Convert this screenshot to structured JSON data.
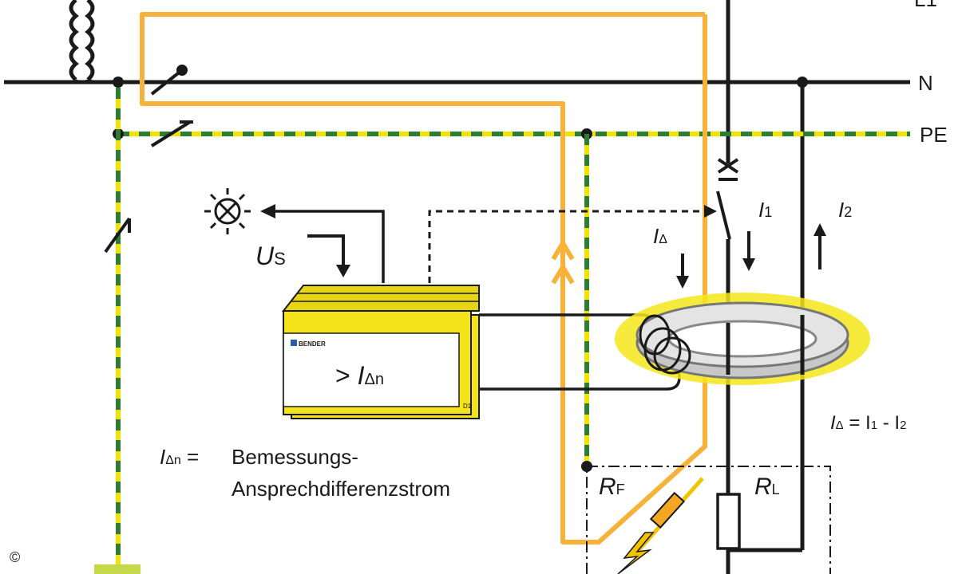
{
  "labels": {
    "l1": "L1",
    "n": "N",
    "pe": "PE",
    "us_main": "U",
    "us_sub": "S",
    "i1_main": "I",
    "i1_sub": "1",
    "i2_main": "I",
    "i2_sub": "2",
    "idelta_main": "I",
    "idelta_sub": "Δ",
    "device_prefix": "> ",
    "device_main": "I",
    "device_sub": "Δn",
    "device_brand": "BENDER",
    "device_code": "D1",
    "formula_lhs_main": "I",
    "formula_lhs_sub": "Δ",
    "formula_eq": " = I",
    "formula_sub1": "1",
    "formula_minus": " - I",
    "formula_sub2": "2",
    "legend_main": "I",
    "legend_sub": "Δn",
    "legend_eq": " =",
    "legend_line1": "Bemessungs-",
    "legend_line2": "Ansprechdifferenzstrom",
    "rf_main": "R",
    "rf_sub": "F",
    "rl_main": "R",
    "rl_sub": "L",
    "copyright": "©"
  },
  "colors": {
    "conductor": "#1a1a1a",
    "pe_green": "#2e7d32",
    "pe_yellow": "#f2e200",
    "fault_path": "#f7b23a",
    "device_body": "#f4e21a",
    "core_glow": "#f5e61a",
    "core_grey": "#c8c8c8"
  },
  "icons": {
    "lamp": "signal-lamp-icon",
    "lightning": "lightning-icon"
  }
}
